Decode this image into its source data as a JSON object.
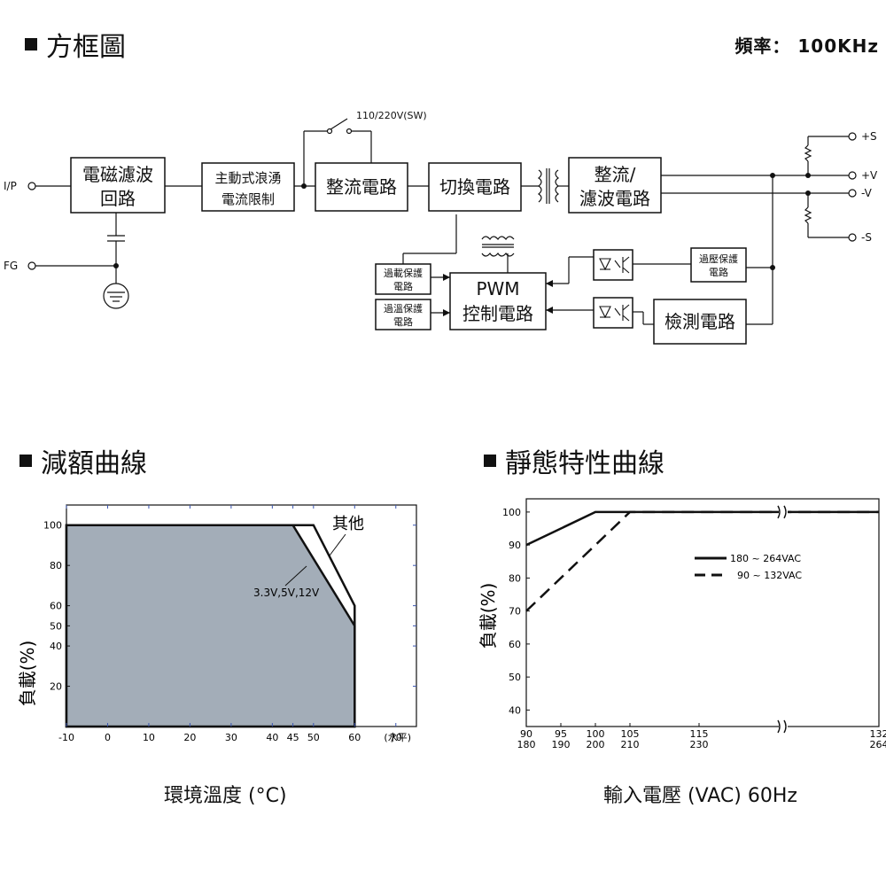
{
  "block_section": {
    "heading": "方框圖",
    "frequency": "頻率： 100KHz",
    "switch_label": "110/220V(SW)",
    "blocks": {
      "emi": [
        "電磁濾波",
        "回路"
      ],
      "inrush": [
        "主動式浪湧",
        "電流限制"
      ],
      "rectifier": "整流電路",
      "switching": "切換電路",
      "output": [
        "整流/",
        "濾波電路"
      ],
      "olp": [
        "過載保護",
        "電路"
      ],
      "otp": [
        "過溫保護",
        "電路"
      ],
      "pwm": [
        "PWM",
        "控制電路"
      ],
      "ovp": [
        "過壓保護",
        "電路"
      ],
      "detect": "檢測電路"
    },
    "terminals": {
      "ip": "I/P",
      "fg": "FG",
      "s_plus": "+S",
      "v_plus": "+V",
      "v_minus": "-V",
      "s_minus": "-S"
    }
  },
  "derating": {
    "heading": "減額曲線",
    "ylabel": "負載(%)",
    "xlabel": "環境溫度 (°C)",
    "x_unit": "(水平)",
    "annot_other": "其他",
    "annot_low": "3.3V,5V,12V"
  },
  "static": {
    "heading": "靜態特性曲線",
    "ylabel": "負載(%)",
    "xlabel": "輸入電壓 (VAC) 60Hz",
    "legend": [
      "180 ~ 264VAC",
      "90 ~ 132VAC"
    ]
  },
  "chart_data": [
    {
      "type": "area",
      "title": "減額曲線",
      "xlabel": "環境溫度 (°C)",
      "ylabel": "負載(%)",
      "x_ticks": [
        "-10",
        "0",
        "10",
        "20",
        "30",
        "40",
        "45",
        "50",
        "60",
        "70"
      ],
      "y_ticks": [
        "20",
        "40",
        "50",
        "60",
        "80",
        "100"
      ],
      "xlim": [
        -10,
        75
      ],
      "ylim": [
        0,
        110
      ],
      "series": [
        {
          "name": "其他",
          "x": [
            -10,
            50,
            60,
            60
          ],
          "y": [
            100,
            100,
            60,
            0
          ]
        },
        {
          "name": "3.3V,5V,12V",
          "x": [
            -10,
            45,
            60,
            60
          ],
          "y": [
            100,
            100,
            50,
            0
          ]
        }
      ],
      "colors": {
        "fill": "#a3adb8"
      }
    },
    {
      "type": "line",
      "title": "靜態特性曲線",
      "xlabel": "輸入電壓 (VAC) 60Hz",
      "ylabel": "負載(%)",
      "x_ticks_top": [
        "90",
        "95",
        "100",
        "105",
        "115",
        "132"
      ],
      "x_ticks_bottom": [
        "180",
        "190",
        "200",
        "210",
        "230",
        "264"
      ],
      "y_ticks": [
        "40",
        "50",
        "60",
        "70",
        "80",
        "90",
        "100"
      ],
      "ylim": [
        35,
        104
      ],
      "series": [
        {
          "name": "180 ~ 264VAC",
          "x": [
            90,
            100,
            132
          ],
          "y": [
            90,
            100,
            100
          ],
          "style": "solid"
        },
        {
          "name": "90 ~ 132VAC",
          "x": [
            90,
            105,
            132
          ],
          "y": [
            70,
            100,
            100
          ],
          "style": "dashed"
        }
      ]
    }
  ]
}
